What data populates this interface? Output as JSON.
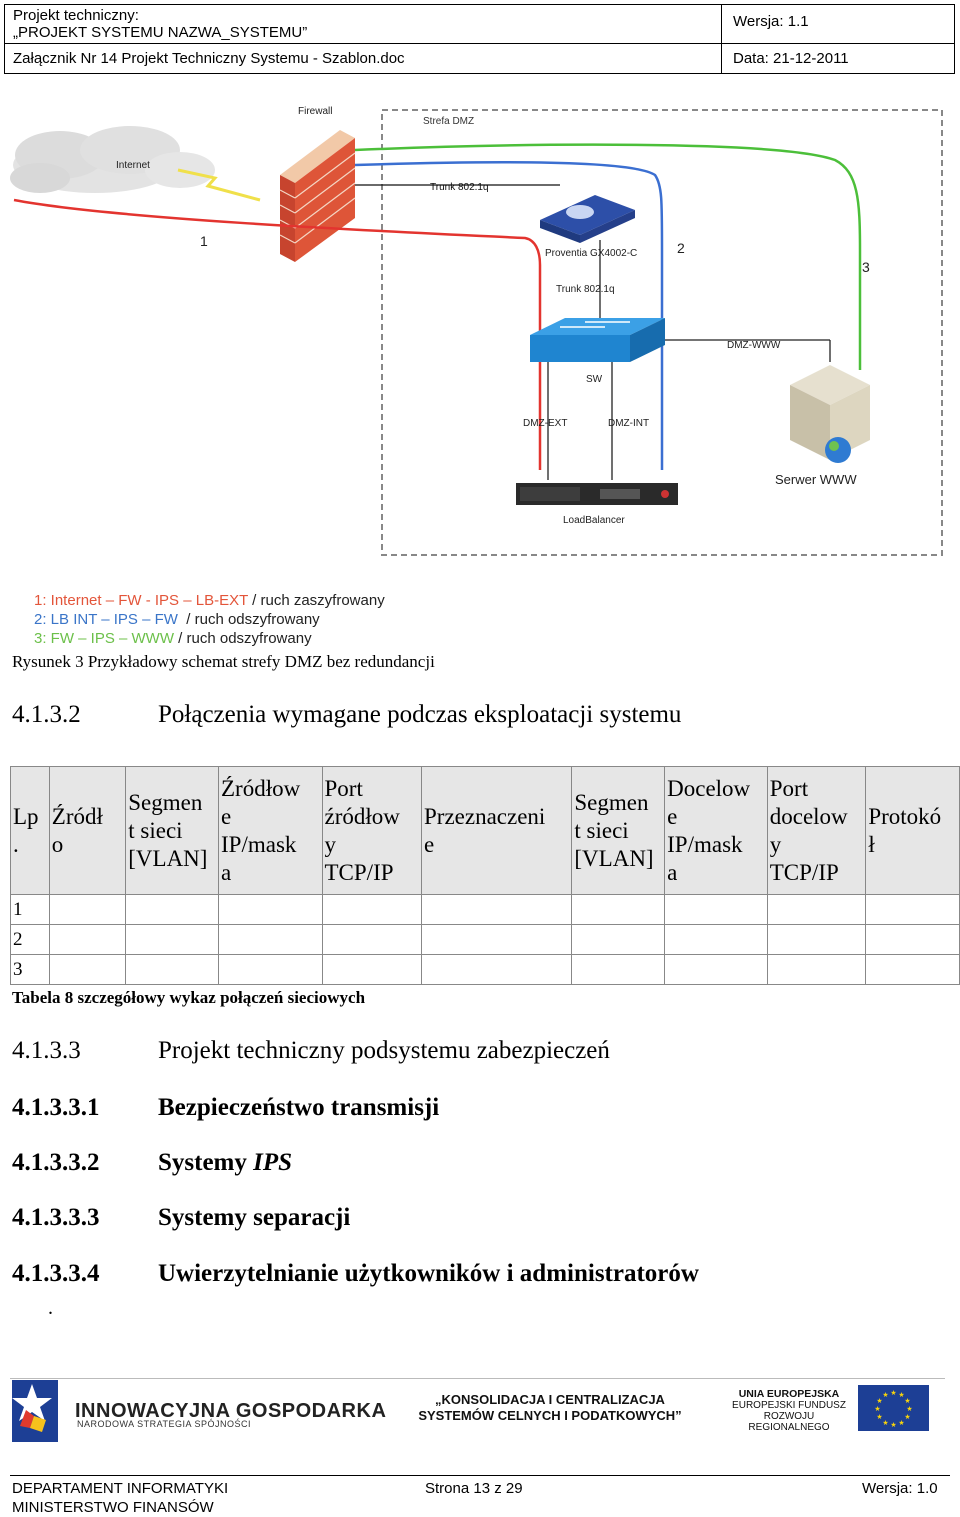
{
  "header": {
    "project_label": "Projekt techniczny:",
    "project_name": "„PROJEKT SYSTEMU NAZWA_SYSTEMU”",
    "attachment": "Załącznik Nr 14 Projekt Techniczny Systemu - Szablon.doc",
    "version": "Wersja: 1.1",
    "date": "Data: 21-12-2011"
  },
  "diagram": {
    "labels": {
      "firewall": "Firewall",
      "internet": "Internet",
      "dmz_zone": "Strefa DMZ",
      "trunk1": "Trunk 802.1q",
      "trunk2": "Trunk 802.1q",
      "ips": "Proventia GX4002-C",
      "switch": "SW",
      "dmz_www": "DMZ-WWW",
      "dmz_ext": "DMZ-EXT",
      "dmz_int": "DMZ-INT",
      "loadbalancer": "LoadBalancer",
      "server": "Serwer WWW",
      "path1": "1",
      "path2": "2",
      "path3": "3"
    },
    "colors": {
      "path1": "#e3342f",
      "path2": "#3b6fd1",
      "path3": "#4cbf3a"
    }
  },
  "legend": {
    "line1_path": "1: Internet – FW - IPS – LB-EXT",
    "line1_note": " / ruch zaszyfrowany",
    "line2_path": "2: LB INT – IPS – FW",
    "line2_note": "  / ruch odszyfrowany",
    "line3_path": "3: FW – IPS – WWW",
    "line3_note": " / ruch odszyfrowany"
  },
  "figure_caption": "Rysunek 3 Przykładowy schemat strefy DMZ bez redundancji",
  "section_4132": {
    "num": "4.1.3.2",
    "title": "Połączenia wymagane podczas eksploatacji systemu"
  },
  "table": {
    "headers": [
      "Lp\n.",
      "Źródł\no",
      "Segmen\nt sieci\n[VLAN]",
      "Źródłow\ne\nIP/mask\na",
      "Port\nźródłow\ny\nTCP/IP",
      "Przeznaczeni\ne",
      "Segmen\nt sieci\n[VLAN]",
      "Docelow\ne\nIP/mask\na",
      "Port\ndocelow\ny\nTCP/IP",
      "Protokó\nł"
    ],
    "rows": [
      "1",
      "2",
      "3"
    ],
    "caption": "Tabela 8 szczegółowy wykaz połączeń sieciowych"
  },
  "section_4133": {
    "num": "4.1.3.3",
    "title": "Projekt techniczny podsystemu zabezpieczeń"
  },
  "section_41331": {
    "num": "4.1.3.3.1",
    "title": "Bezpieczeństwo transmisji"
  },
  "section_41332": {
    "num": "4.1.3.3.2",
    "title_plain": "Systemy ",
    "title_italic": "IPS"
  },
  "section_41333": {
    "num": "4.1.3.3.3",
    "title": "Systemy separacji"
  },
  "section_41334": {
    "num": "4.1.3.3.4",
    "title": "Uwierzytelnianie użytkowników i administratorów"
  },
  "trailing_dot": ".",
  "logos": {
    "ig_title": "INNOWACYJNA GOSPODARKA",
    "ig_subtitle": "NARODOWA STRATEGIA SPÓJNOŚCI",
    "project_line1": "„KONSOLIDACJA I CENTRALIZACJA",
    "project_line2": "SYSTEMÓW CELNYCH I PODATKOWYCH”",
    "ue_line1": "UNIA EUROPEJSKA",
    "ue_line2": "EUROPEJSKI FUNDUSZ",
    "ue_line3": "ROZWOJU REGIONALNEGO"
  },
  "footer": {
    "dept_line1": "DEPARTAMENT INFORMATYKI",
    "dept_line2": "MINISTERSTWO FINANSÓW",
    "page": "Strona 13 z 29",
    "version": "Wersja: 1.0"
  }
}
